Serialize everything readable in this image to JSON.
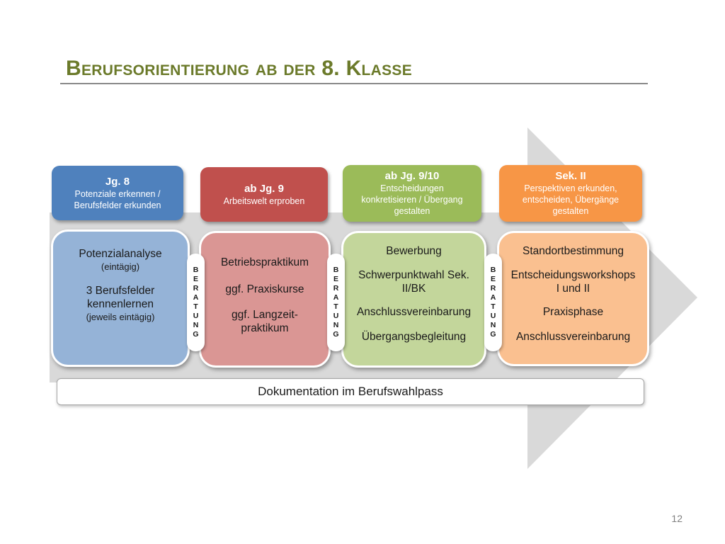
{
  "slide": {
    "title": "Berufsorientierung ab der 8. Klasse",
    "page_number": "12"
  },
  "colors": {
    "title": "#6b7a2a",
    "stage1": "#4f81bd",
    "stage1_light": "#95b3d7",
    "stage2": "#c0504d",
    "stage2_light": "#da9694",
    "stage3": "#9bbb59",
    "stage3_light": "#c3d69b",
    "stage4": "#f79646",
    "stage4_light": "#fac090",
    "arrow": "#d9d9d9"
  },
  "stages": [
    {
      "title": "Jg. 8",
      "subtitle_line1": "Potenziale  erkennen /",
      "subtitle_line2": "Berufsfelder erkunden",
      "items": {
        "a": "Potenzialanalyse",
        "a_note": "(eintägig)",
        "b1": "3 Berufsfelder",
        "b2": "kennenlernen",
        "b_note": "(jeweils eintägig)"
      }
    },
    {
      "title": "ab Jg. 9",
      "subtitle_line1": "Arbeitswelt erproben",
      "items": {
        "a": "Betriebspraktikum",
        "b": "ggf. Praxiskurse",
        "c1": "ggf. Langzeit-",
        "c2": "praktikum"
      }
    },
    {
      "title": "ab Jg. 9/10",
      "subtitle_line1": "Entscheidungen",
      "subtitle_line2": "konkretisieren / Übergang",
      "subtitle_line3": "gestalten",
      "items": {
        "a": "Bewerbung",
        "b1": "Schwerpunktwahl Sek.",
        "b2": "II/BK",
        "c": "Anschlussvereinbarung",
        "d": "Übergangsbegleitung"
      }
    },
    {
      "title": "Sek. II",
      "subtitle_line1": "Perspektiven erkunden,",
      "subtitle_line2": "entscheiden, Übergänge",
      "subtitle_line3": "gestalten",
      "items": {
        "a": "Standortbestimmung",
        "b1": "Entscheidungsworkshops",
        "b2": "I und II",
        "c": "Praxisphase",
        "d": "Anschlussvereinbarung"
      }
    }
  ],
  "beratung_letters": [
    "B",
    "E",
    "R",
    "A",
    "T",
    "U",
    "N",
    "G"
  ],
  "documentation": "Dokumentation im Berufswahlpass"
}
